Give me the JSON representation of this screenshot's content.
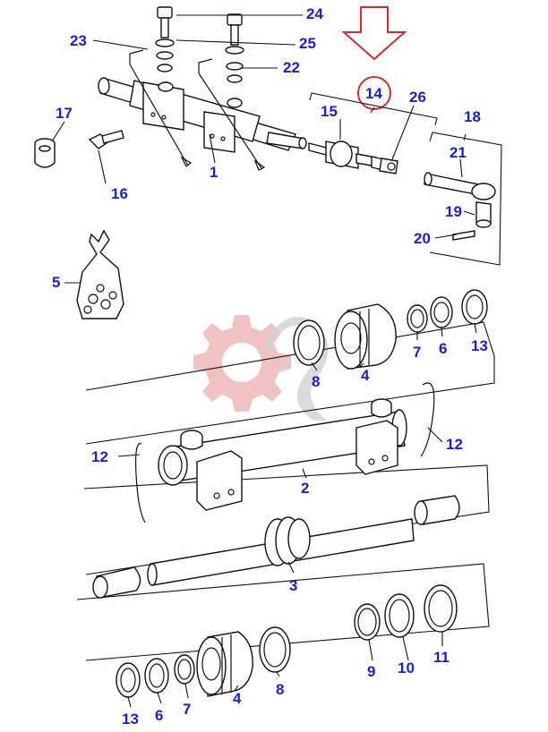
{
  "callouts": {
    "c1": "1",
    "c2": "2",
    "c3": "3",
    "c4a": "4",
    "c4b": "4",
    "c5": "5",
    "c6a": "6",
    "c6b": "6",
    "c7a": "7",
    "c7b": "7",
    "c8a": "8",
    "c8b": "8",
    "c9": "9",
    "c10": "10",
    "c11": "11",
    "c12a": "12",
    "c12b": "12",
    "c13a": "13",
    "c13b": "13",
    "c14": "14",
    "c15": "15",
    "c16": "16",
    "c17": "17",
    "c18": "18",
    "c19": "19",
    "c20": "20",
    "c21": "21",
    "c22": "22",
    "c23": "23",
    "c24": "24",
    "c25": "25",
    "c26": "26"
  },
  "colors": {
    "callout": "#1a1fc8",
    "highlight": "#d62b2b",
    "watermark_gear": "#e8a7a7",
    "watermark_mark": "#c9c9c9"
  },
  "icons": {
    "pointer": "down-arrow-icon",
    "watermark": "gear-logo-watermark"
  }
}
